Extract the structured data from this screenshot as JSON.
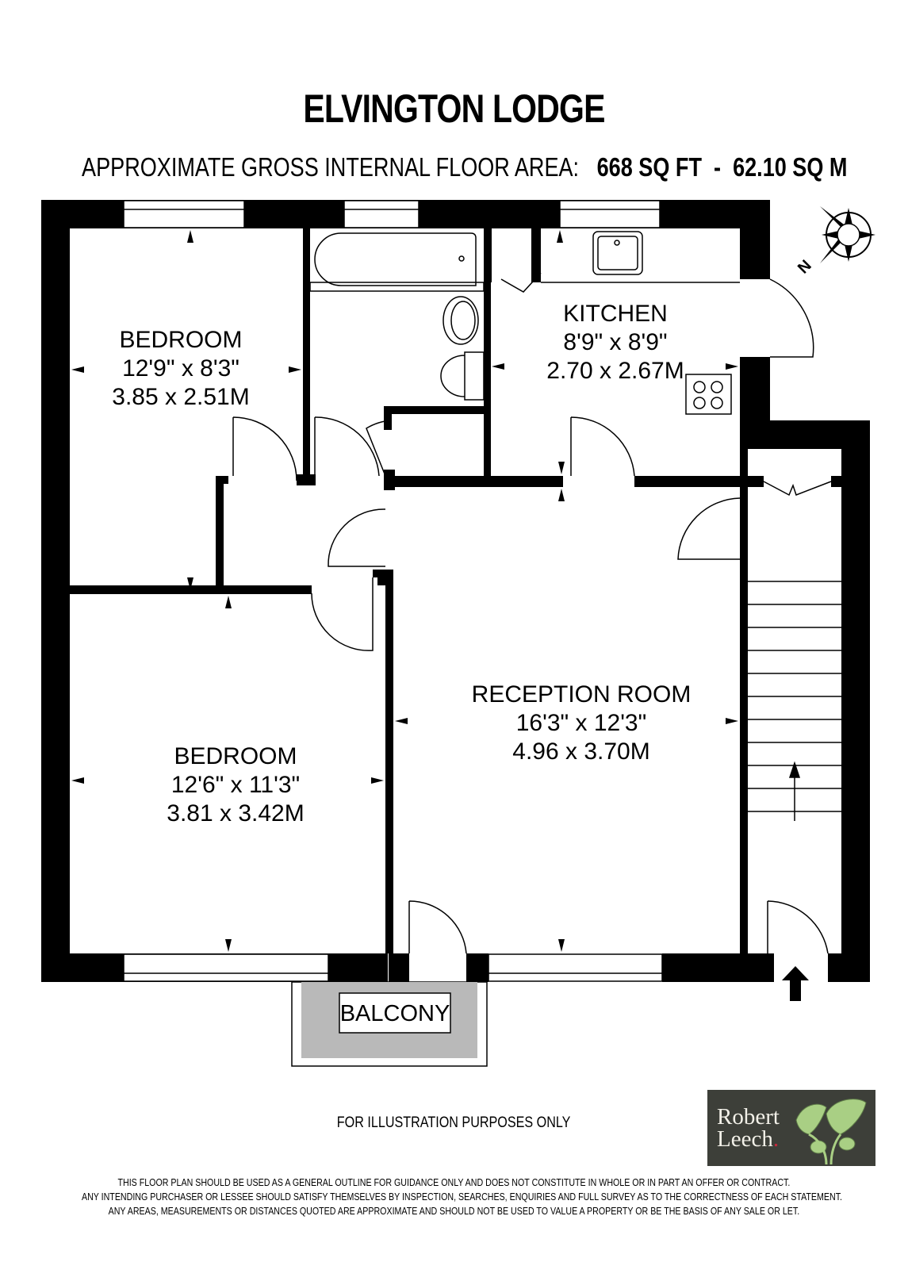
{
  "header": {
    "title": "ELVINGTON LODGE",
    "area_label": "APPROXIMATE GROSS INTERNAL FLOOR AREA:",
    "area_sqft": "668 SQ FT",
    "area_separator": "-",
    "area_sqm": "62.10 SQ M"
  },
  "compass": {
    "north_label": "N"
  },
  "rooms": [
    {
      "name": "BEDROOM",
      "imperial": "12'9\" x 8'3\"",
      "metric": "3.85 x 2.51M"
    },
    {
      "name": "KITCHEN",
      "imperial": "8'9\" x 8'9\"",
      "metric": "2.70 x 2.67M"
    },
    {
      "name": "BEDROOM",
      "imperial": "12'6\" x 11'3\"",
      "metric": "3.81 x 3.42M"
    },
    {
      "name": "RECEPTION ROOM",
      "imperial": "16'3\" x 12'3\"",
      "metric": "4.96 x 3.70M"
    }
  ],
  "balcony": {
    "label": "BALCONY"
  },
  "footer": {
    "illustration_note": "FOR ILLUSTRATION PURPOSES ONLY",
    "disclaimer": [
      "THIS FLOOR PLAN SHOULD BE USED AS A GENERAL OUTLINE FOR GUIDANCE ONLY AND DOES NOT CONSTITUTE IN WHOLE OR IN PART AN OFFER OR CONTRACT.",
      "ANY INTENDING PURCHASER OR LESSEE SHOULD SATISFY THEMSELVES BY INSPECTION, SEARCHES, ENQUIRIES AND FULL SURVEY AS TO THE CORRECTNESS OF EACH STATEMENT.",
      "ANY AREAS, MEASUREMENTS OR DISTANCES QUOTED ARE APPROXIMATE AND SHOULD NOT BE USED TO VALUE A PROPERTY OR BE THE BASIS OF ANY SALE OR LET."
    ]
  },
  "logo": {
    "line1": "Robert",
    "line2": "Leech",
    "dot": ".",
    "bg_color": "#3d3f39",
    "dot_color": "#c8283c",
    "leaf_color": "#a9cf84"
  },
  "colors": {
    "wall": "#000000",
    "balcony_fill": "#b9b9b9"
  }
}
